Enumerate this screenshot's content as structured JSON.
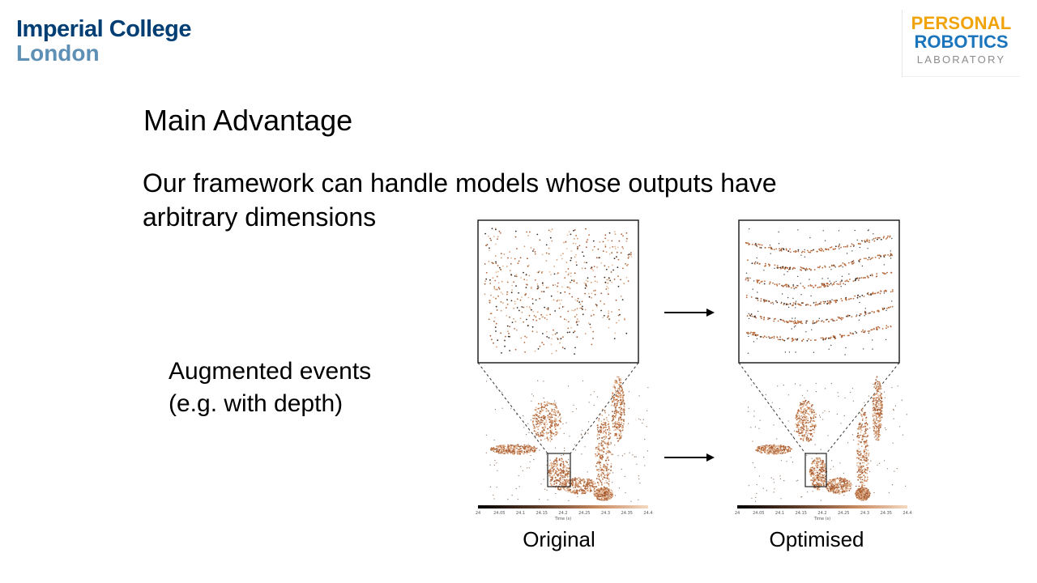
{
  "logos": {
    "imperial": {
      "line1": "Imperial College",
      "line2": "London",
      "color": "#003E74",
      "color2": "#5E8FB5"
    },
    "prl": {
      "line1": "PERSONAL",
      "line2": "ROBOTICS",
      "line3": "LABORATORY",
      "color1": "#F0A30A",
      "color2": "#1B75BC",
      "color3": "#8C8C8C"
    }
  },
  "slide": {
    "title": "Main Advantage",
    "body": "Our framework can handle models whose outputs have arbitrary dimensions",
    "side_label_line1": "Augmented events",
    "side_label_line2": "(e.g. with depth)"
  },
  "figure": {
    "left_caption": "Original",
    "right_caption": "Optimised",
    "colorbar_left_ticks": [
      "24",
      "24.05",
      "24.1",
      "24.15",
      "24.2",
      "24.25",
      "24.3",
      "24.35",
      "24.4"
    ],
    "colorbar_right_ticks": [
      "24",
      "24.05",
      "24.1",
      "24.15",
      "24.2",
      "24.25",
      "24.3",
      "24.35",
      "24.4"
    ],
    "colorbar_label": "Time (s)"
  },
  "colors": {
    "event": "#B86A3C",
    "event_dark": "#3A2A20",
    "text": "#000000"
  }
}
